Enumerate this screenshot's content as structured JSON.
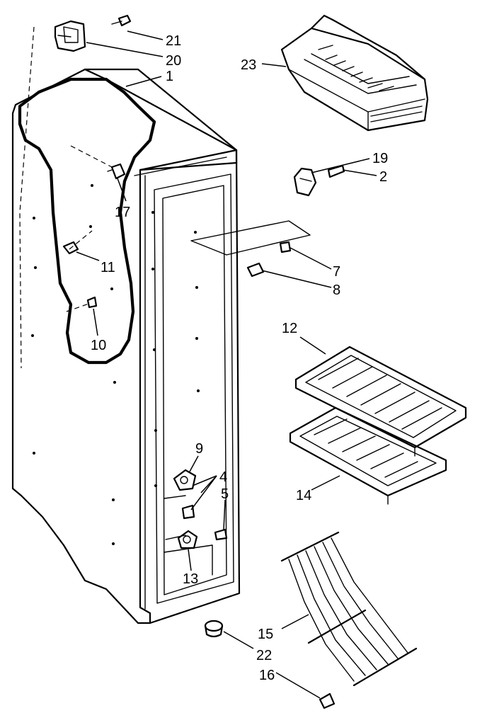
{
  "diagram": {
    "callouts": [
      {
        "id": "c21",
        "text": "21"
      },
      {
        "id": "c20",
        "text": "20"
      },
      {
        "id": "c1",
        "text": "1"
      },
      {
        "id": "c23",
        "text": "23"
      },
      {
        "id": "c19",
        "text": "19"
      },
      {
        "id": "c2",
        "text": "2"
      },
      {
        "id": "c17",
        "text": "17"
      },
      {
        "id": "c11",
        "text": "11"
      },
      {
        "id": "c7",
        "text": "7"
      },
      {
        "id": "c8",
        "text": "8"
      },
      {
        "id": "c10",
        "text": "10"
      },
      {
        "id": "c12",
        "text": "12"
      },
      {
        "id": "c9",
        "text": "9"
      },
      {
        "id": "c4",
        "text": "4"
      },
      {
        "id": "c5",
        "text": "5"
      },
      {
        "id": "c14",
        "text": "14"
      },
      {
        "id": "c13",
        "text": "13"
      },
      {
        "id": "c15",
        "text": "15"
      },
      {
        "id": "c22",
        "text": "22"
      },
      {
        "id": "c16",
        "text": "16"
      }
    ]
  }
}
